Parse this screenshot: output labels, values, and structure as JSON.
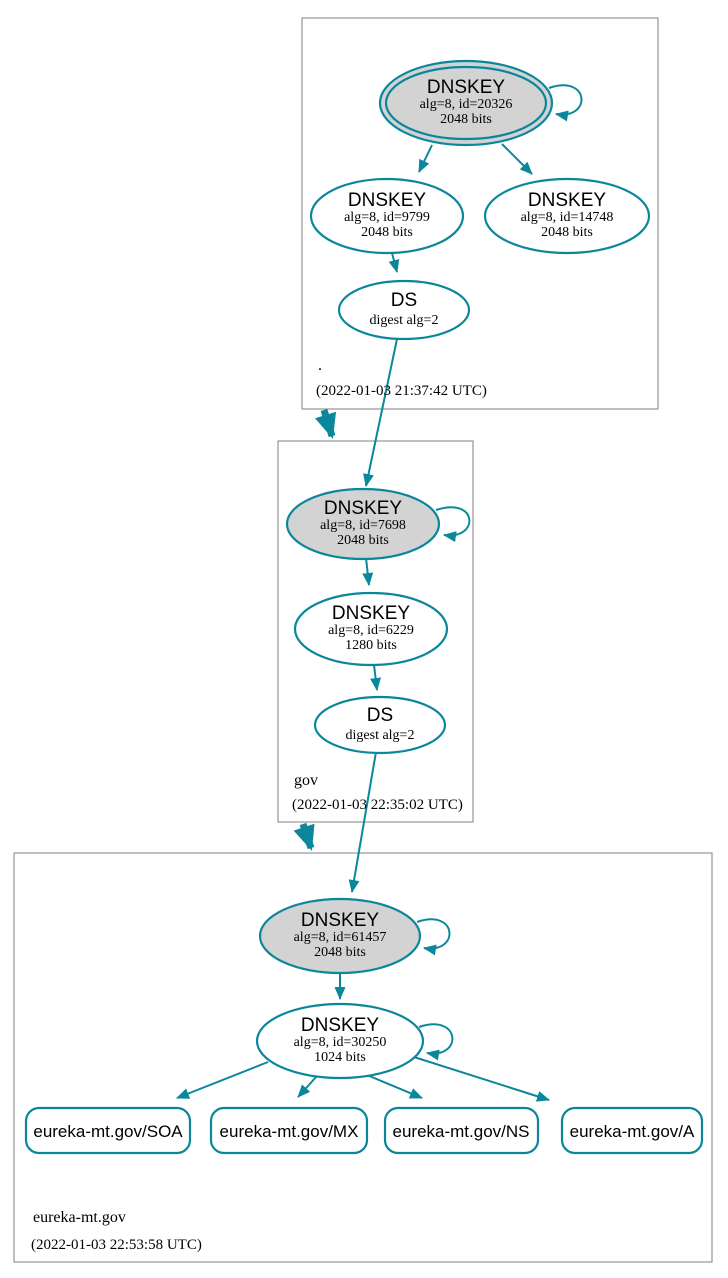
{
  "diagram": {
    "type": "dnssec-authentication-chain",
    "colors": {
      "edge": "#0a879a",
      "ksk_fill": "#d3d3d3",
      "node_fill": "#ffffff",
      "zone_border": "#808080",
      "text": "#000000",
      "background": "#ffffff"
    }
  },
  "zones": [
    {
      "label": ".",
      "timestamp": "(2022-01-03 21:37:42 UTC)",
      "nodes": {
        "ksk": {
          "title": "DNSKEY",
          "detail": "alg=8, id=20326",
          "size": "2048 bits"
        },
        "zsk1": {
          "title": "DNSKEY",
          "detail": "alg=8, id=9799",
          "size": "2048 bits"
        },
        "zsk2": {
          "title": "DNSKEY",
          "detail": "alg=8, id=14748",
          "size": "2048 bits"
        },
        "ds": {
          "title": "DS",
          "detail": "digest alg=2"
        }
      }
    },
    {
      "label": "gov",
      "timestamp": "(2022-01-03 22:35:02 UTC)",
      "nodes": {
        "ksk": {
          "title": "DNSKEY",
          "detail": "alg=8, id=7698",
          "size": "2048 bits"
        },
        "zsk": {
          "title": "DNSKEY",
          "detail": "alg=8, id=6229",
          "size": "1280 bits"
        },
        "ds": {
          "title": "DS",
          "detail": "digest alg=2"
        }
      }
    },
    {
      "label": "eureka-mt.gov",
      "timestamp": "(2022-01-03 22:53:58 UTC)",
      "nodes": {
        "ksk": {
          "title": "DNSKEY",
          "detail": "alg=8, id=61457",
          "size": "2048 bits"
        },
        "zsk": {
          "title": "DNSKEY",
          "detail": "alg=8, id=30250",
          "size": "1024 bits"
        }
      },
      "rrsets": [
        {
          "label": "eureka-mt.gov/SOA"
        },
        {
          "label": "eureka-mt.gov/MX"
        },
        {
          "label": "eureka-mt.gov/NS"
        },
        {
          "label": "eureka-mt.gov/A"
        }
      ]
    }
  ]
}
